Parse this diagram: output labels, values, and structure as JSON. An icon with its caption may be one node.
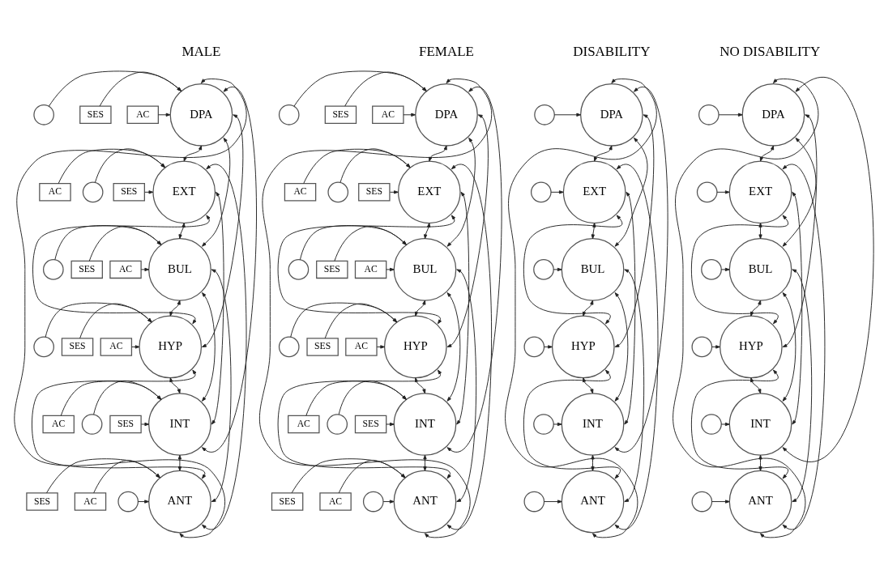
{
  "diagram": {
    "nodes": [
      {
        "text": [],
        "shape": "circle"
      },
      {
        "text": [
          "DPA"
        ]
      },
      {
        "text": [
          "AC"
        ]
      },
      {
        "text": [
          "SES"
        ]
      },
      {
        "text": [],
        "shape": "circle"
      },
      {
        "text": [
          "EXT"
        ]
      },
      {
        "text": [
          "AC"
        ]
      },
      {
        "text": [
          "SES"
        ]
      },
      {
        "text": [],
        "shape": "circle"
      },
      {
        "text": [
          "BUL"
        ]
      },
      {
        "text": [
          "AC"
        ]
      },
      {
        "text": [
          "SES"
        ]
      },
      {
        "text": [],
        "shape": "circle"
      },
      {
        "text": [
          "HYP"
        ]
      },
      {
        "text": [
          "AC"
        ]
      },
      {
        "text": [
          "SES"
        ]
      },
      {
        "text": [],
        "shape": "circle"
      },
      {
        "text": [
          "INT"
        ]
      },
      {
        "text": [
          "AC"
        ]
      },
      {
        "text": [
          "SES"
        ]
      },
      {
        "text": [],
        "shape": "circle"
      },
      {
        "text": [
          "ANT"
        ]
      },
      {
        "text": [
          "AC"
        ]
      },
      {
        "text": [
          "SES"
        ]
      },
      {
        "text": [],
        "shape": "circle"
      },
      {
        "text": [
          "DPA"
        ]
      },
      {
        "text": [
          "AC"
        ]
      },
      {
        "text": [
          "SES"
        ]
      },
      {
        "text": [],
        "shape": "circle"
      },
      {
        "text": [
          "EXT"
        ]
      },
      {
        "text": [
          "AC"
        ]
      },
      {
        "text": [
          "SES"
        ]
      },
      {
        "text": [],
        "shape": "circle"
      },
      {
        "text": [
          "BUL"
        ]
      },
      {
        "text": [
          "AC"
        ]
      },
      {
        "text": [
          "SES"
        ]
      },
      {
        "text": [],
        "shape": "circle"
      },
      {
        "text": [
          "HYP"
        ]
      },
      {
        "text": [
          "AC"
        ]
      },
      {
        "text": [
          "SES"
        ]
      },
      {
        "text": [],
        "shape": "circle"
      },
      {
        "text": [
          "INT"
        ]
      },
      {
        "text": [
          "AC"
        ]
      },
      {
        "text": [
          "SES"
        ]
      },
      {
        "text": [],
        "shape": "circle"
      },
      {
        "text": [
          "ANT"
        ]
      },
      {
        "text": [
          "AC"
        ]
      },
      {
        "text": [
          "SES"
        ]
      },
      {
        "text": [],
        "shape": "circle"
      },
      {
        "text": [
          "DPA"
        ]
      },
      {
        "text": [],
        "shape": "circle"
      },
      {
        "text": [
          "EXT"
        ]
      },
      {
        "text": [],
        "shape": "circle"
      },
      {
        "text": [
          "BUL"
        ]
      },
      {
        "text": [],
        "shape": "circle"
      },
      {
        "text": [
          "HYP"
        ]
      },
      {
        "text": [],
        "shape": "circle"
      },
      {
        "text": [
          "INT"
        ]
      },
      {
        "text": [],
        "shape": "circle"
      },
      {
        "text": [
          "ANT"
        ]
      },
      {
        "text": [],
        "shape": "circle"
      },
      {
        "text": [
          "DPA"
        ]
      },
      {
        "text": [],
        "shape": "circle"
      },
      {
        "text": [
          "EXT"
        ]
      },
      {
        "text": [],
        "shape": "circle"
      },
      {
        "text": [
          "BUL"
        ]
      },
      {
        "text": [],
        "shape": "circle"
      },
      {
        "text": [
          "HYP"
        ]
      },
      {
        "text": [],
        "shape": "circle"
      },
      {
        "text": [
          "INT"
        ]
      },
      {
        "text": [],
        "shape": "circle"
      },
      {
        "text": [
          "ANT"
        ]
      }
    ],
    "edges": [
      {
        "from": 0,
        "to": 1,
        "arrow": "to"
      },
      {
        "from": 2,
        "to": 1,
        "arrow": "to"
      },
      {
        "from": 3,
        "to": 1,
        "arrow": "to"
      },
      {
        "from": 4,
        "to": 5,
        "arrow": "to"
      },
      {
        "from": 6,
        "to": 5,
        "arrow": "to"
      },
      {
        "from": 7,
        "to": 5,
        "arrow": "to"
      },
      {
        "from": 8,
        "to": 9,
        "arrow": "to"
      },
      {
        "from": 10,
        "to": 9,
        "arrow": "to"
      },
      {
        "from": 11,
        "to": 9,
        "arrow": "to"
      },
      {
        "from": 12,
        "to": 13,
        "arrow": "to"
      },
      {
        "from": 14,
        "to": 13,
        "arrow": "to"
      },
      {
        "from": 15,
        "to": 13,
        "arrow": "to"
      },
      {
        "from": 16,
        "to": 17,
        "arrow": "to"
      },
      {
        "from": 18,
        "to": 17,
        "arrow": "to"
      },
      {
        "from": 19,
        "to": 17,
        "arrow": "to"
      },
      {
        "from": 20,
        "to": 21,
        "arrow": "to"
      },
      {
        "from": 22,
        "to": 21,
        "arrow": "to"
      },
      {
        "from": 23,
        "to": 21,
        "arrow": "to"
      },
      {
        "from": 1,
        "to": 5,
        "arrow": "both"
      },
      {
        "from": 1,
        "to": 9,
        "arrow": "both"
      },
      {
        "from": 1,
        "to": 13,
        "arrow": "both"
      },
      {
        "from": 1,
        "to": 17,
        "arrow": "both"
      },
      {
        "from": 1,
        "to": 21,
        "arrow": "both"
      },
      {
        "from": 5,
        "to": 9,
        "arrow": "both"
      },
      {
        "from": 5,
        "to": 13,
        "arrow": "both"
      },
      {
        "from": 5,
        "to": 17,
        "arrow": "both"
      },
      {
        "from": 5,
        "to": 21,
        "arrow": "both"
      },
      {
        "from": 9,
        "to": 13,
        "arrow": "both"
      },
      {
        "from": 9,
        "to": 17,
        "arrow": "both"
      },
      {
        "from": 9,
        "to": 21,
        "arrow": "both"
      },
      {
        "from": 13,
        "to": 17,
        "arrow": "both"
      },
      {
        "from": 13,
        "to": 21,
        "arrow": "both"
      },
      {
        "from": 17,
        "to": 21,
        "arrow": "both"
      },
      {
        "from": 24,
        "to": 25,
        "arrow": "to"
      },
      {
        "from": 26,
        "to": 25,
        "arrow": "to"
      },
      {
        "from": 27,
        "to": 25,
        "arrow": "to"
      },
      {
        "from": 28,
        "to": 29,
        "arrow": "to"
      },
      {
        "from": 30,
        "to": 29,
        "arrow": "to"
      },
      {
        "from": 31,
        "to": 29,
        "arrow": "to"
      },
      {
        "from": 32,
        "to": 33,
        "arrow": "to"
      },
      {
        "from": 34,
        "to": 33,
        "arrow": "to"
      },
      {
        "from": 35,
        "to": 33,
        "arrow": "to"
      },
      {
        "from": 36,
        "to": 37,
        "arrow": "to"
      },
      {
        "from": 38,
        "to": 37,
        "arrow": "to"
      },
      {
        "from": 39,
        "to": 37,
        "arrow": "to"
      },
      {
        "from": 40,
        "to": 41,
        "arrow": "to"
      },
      {
        "from": 42,
        "to": 41,
        "arrow": "to"
      },
      {
        "from": 43,
        "to": 41,
        "arrow": "to"
      },
      {
        "from": 44,
        "to": 45,
        "arrow": "to"
      },
      {
        "from": 46,
        "to": 45,
        "arrow": "to"
      },
      {
        "from": 47,
        "to": 45,
        "arrow": "to"
      },
      {
        "from": 25,
        "to": 29,
        "arrow": "both"
      },
      {
        "from": 25,
        "to": 33,
        "arrow": "both"
      },
      {
        "from": 25,
        "to": 37,
        "arrow": "both"
      },
      {
        "from": 25,
        "to": 41,
        "arrow": "both"
      },
      {
        "from": 25,
        "to": 45,
        "arrow": "both"
      },
      {
        "from": 29,
        "to": 33,
        "arrow": "both"
      },
      {
        "from": 29,
        "to": 37,
        "arrow": "both"
      },
      {
        "from": 29,
        "to": 41,
        "arrow": "both"
      },
      {
        "from": 29,
        "to": 45,
        "arrow": "both"
      },
      {
        "from": 33,
        "to": 37,
        "arrow": "both"
      },
      {
        "from": 33,
        "to": 41,
        "arrow": "both"
      },
      {
        "from": 33,
        "to": 45,
        "arrow": "both"
      },
      {
        "from": 37,
        "to": 41,
        "arrow": "both"
      },
      {
        "from": 37,
        "to": 45,
        "arrow": "both"
      },
      {
        "from": 41,
        "to": 45,
        "arrow": "both"
      },
      {
        "from": 48,
        "to": 49,
        "arrow": "to"
      },
      {
        "from": 50,
        "to": 51,
        "arrow": "to"
      },
      {
        "from": 52,
        "to": 53,
        "arrow": "to"
      },
      {
        "from": 54,
        "to": 55,
        "arrow": "to"
      },
      {
        "from": 56,
        "to": 57,
        "arrow": "to"
      },
      {
        "from": 58,
        "to": 59,
        "arrow": "to"
      },
      {
        "from": 49,
        "to": 51,
        "arrow": "both"
      },
      {
        "from": 49,
        "to": 53,
        "arrow": "both"
      },
      {
        "from": 49,
        "to": 55,
        "arrow": "both"
      },
      {
        "from": 49,
        "to": 57,
        "arrow": "both"
      },
      {
        "from": 49,
        "to": 59,
        "arrow": "both"
      },
      {
        "from": 51,
        "to": 53,
        "arrow": "both"
      },
      {
        "from": 51,
        "to": 55,
        "arrow": "both"
      },
      {
        "from": 51,
        "to": 57,
        "arrow": "both"
      },
      {
        "from": 51,
        "to": 59,
        "arrow": "both"
      },
      {
        "from": 53,
        "to": 55,
        "arrow": "both"
      },
      {
        "from": 53,
        "to": 57,
        "arrow": "both"
      },
      {
        "from": 53,
        "to": 59,
        "arrow": "both"
      },
      {
        "from": 55,
        "to": 57,
        "arrow": "both"
      },
      {
        "from": 55,
        "to": 59,
        "arrow": "both"
      },
      {
        "from": 57,
        "to": 59,
        "arrow": "both"
      },
      {
        "from": 60,
        "to": 61,
        "arrow": "to"
      },
      {
        "from": 62,
        "to": 63,
        "arrow": "to"
      },
      {
        "from": 64,
        "to": 65,
        "arrow": "to"
      },
      {
        "from": 66,
        "to": 67,
        "arrow": "to"
      },
      {
        "from": 68,
        "to": 69,
        "arrow": "to"
      },
      {
        "from": 70,
        "to": 71,
        "arrow": "to"
      },
      {
        "from": 61,
        "to": 63,
        "arrow": "both"
      },
      {
        "from": 61,
        "to": 65,
        "arrow": "both"
      },
      {
        "from": 61,
        "to": 67,
        "arrow": "both"
      },
      {
        "from": 61,
        "to": 69,
        "arrow": "both"
      },
      {
        "from": 61,
        "to": 71,
        "arrow": "both"
      },
      {
        "from": 63,
        "to": 65,
        "arrow": "both"
      },
      {
        "from": 63,
        "to": 67,
        "arrow": "both"
      },
      {
        "from": 63,
        "to": 69,
        "arrow": "both"
      },
      {
        "from": 63,
        "to": 71,
        "arrow": "both"
      },
      {
        "from": 65,
        "to": 67,
        "arrow": "both"
      },
      {
        "from": 65,
        "to": 69,
        "arrow": "both"
      },
      {
        "from": 65,
        "to": 71,
        "arrow": "both"
      },
      {
        "from": 67,
        "to": 69,
        "arrow": "both"
      },
      {
        "from": 67,
        "to": 71,
        "arrow": "both"
      },
      {
        "from": 69,
        "to": 71,
        "arrow": "both"
      }
    ],
    "labels": [
      "MALE",
      "FEMALE",
      "DISABILITY",
      "NO DISABILITY"
    ]
  }
}
